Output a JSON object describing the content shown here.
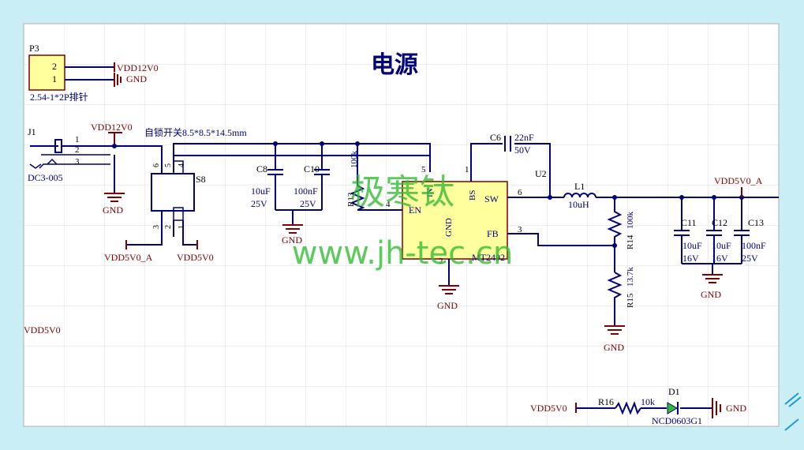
{
  "title": "电源",
  "watermark": {
    "cn": "极寒钛",
    "url": "www.jh-tec.cn"
  },
  "colors": {
    "wire": "#00007a",
    "net": "#800000",
    "body": "#ffff9e",
    "text": "#00007a",
    "watermark": "#33bb33",
    "grid": "#d9d9d9"
  },
  "p3": {
    "ref": "P3",
    "pin2": "2",
    "pin1": "1",
    "footprint": "2.54-1*2P排针",
    "net_vdd": "VDD12V0",
    "net_gnd": "GND"
  },
  "j1": {
    "ref": "J1",
    "pin1": "1",
    "pin2": "2",
    "pin3": "3",
    "part": "DC3-005",
    "net_vdd": "VDD12V0",
    "net_gnd": "GND"
  },
  "s8": {
    "ref": "S8",
    "desc": "自锁开关8.5*8.5*14.5mm",
    "pin6": "6",
    "pin5": "5",
    "pin4": "4",
    "pin3": "3",
    "pin2": "2",
    "pin1": "1",
    "net_a": "VDD5V0_A",
    "net_b": "VDD5V0"
  },
  "c8": {
    "ref": "C8",
    "value": "10uF",
    "voltage": "25V"
  },
  "c10": {
    "ref": "C10",
    "value": "100nF",
    "voltage": "25V"
  },
  "cap_gnd": "GND",
  "r13": {
    "ref": "R13",
    "value": "100k"
  },
  "u2": {
    "ref": "U2",
    "part": "MT2492",
    "pin_in": "IN",
    "pin_bs": "BS",
    "pin_sw": "SW",
    "pin_en": "EN",
    "pin_gnd": "GND",
    "pin_fb": "FB",
    "n5": "5",
    "n1": "1",
    "n6": "6",
    "n4": "4",
    "n2": "2",
    "n3": "3",
    "gnd": "GND"
  },
  "c6": {
    "ref": "C6",
    "value": "22nF",
    "voltage": "50V"
  },
  "l1": {
    "ref": "L1",
    "value": "10uH"
  },
  "r14": {
    "ref": "R14",
    "value": "100k"
  },
  "r15": {
    "ref": "R15",
    "value": "13.7k"
  },
  "fb_gnd": "GND",
  "out_net": "VDD5V0_A",
  "c11": {
    "ref": "C11",
    "value": "10uF",
    "voltage": "16V"
  },
  "c12": {
    "ref": "C12",
    "value": "10uF",
    "voltage": "16V"
  },
  "c13": {
    "ref": "C13",
    "value": "100nF",
    "voltage": "25V"
  },
  "out_gnd": "GND",
  "left_net": "VDD5V0",
  "led": {
    "net": "VDD5V0",
    "r_ref": "R16",
    "r_value": "10k",
    "d_ref": "D1",
    "d_part": "NCD0603G1",
    "gnd": "GND"
  }
}
